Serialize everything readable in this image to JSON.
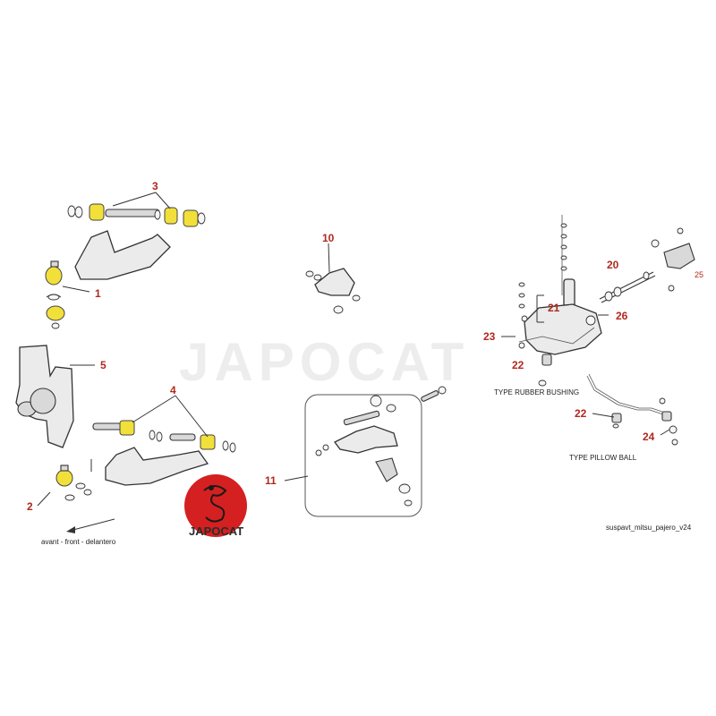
{
  "diagram": {
    "watermark": "JAPOCAT",
    "logo_text": "JAPOCAT",
    "direction_label": "avant - front - delantero",
    "reference_code": "suspavt_mitsu_pajero_v24",
    "captions": {
      "rubber_bushing": "TYPE RUBBER BUSHING",
      "pillow_ball": "TYPE PILLOW BALL"
    },
    "callouts": {
      "c1": "1",
      "c2": "2",
      "c3": "3",
      "c4": "4",
      "c5": "5",
      "c10": "10",
      "c11": "11",
      "c20": "20",
      "c21": "21",
      "c22a": "22",
      "c22b": "22",
      "c23": "23",
      "c24": "24",
      "c25": "25",
      "c26": "26"
    },
    "colors": {
      "callout": "#b0281e",
      "bushing": "#f2e03a",
      "logo": "#d42020",
      "watermark": "#ededed"
    }
  }
}
